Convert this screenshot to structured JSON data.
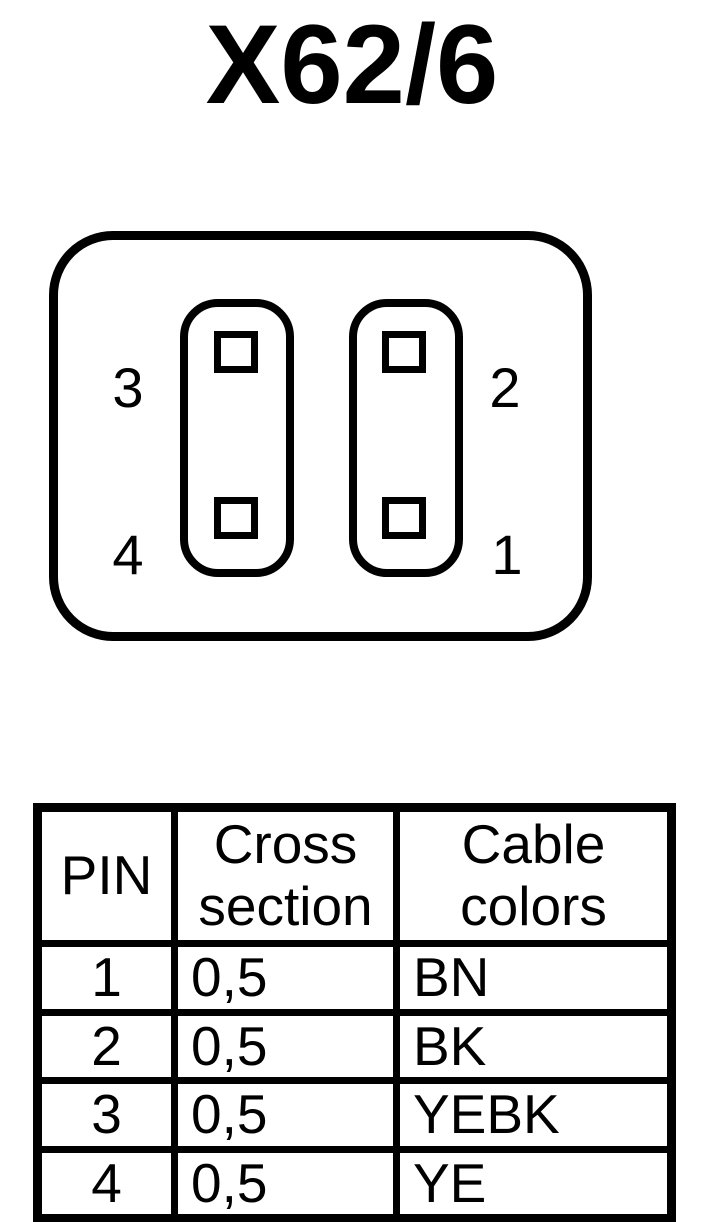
{
  "title": "X62/6",
  "colors": {
    "ink": "#000000",
    "background": "#ffffff"
  },
  "connector": {
    "pin_labels": {
      "top_left": "3",
      "bottom_left": "4",
      "top_right": "2",
      "bottom_right": "1"
    }
  },
  "table": {
    "headers": {
      "pin": "PIN",
      "cross_section": "Cross section",
      "cable_colors": "Cable colors"
    },
    "rows": [
      {
        "pin": "1",
        "cross_section": "0,5",
        "cable_color": "BN"
      },
      {
        "pin": "2",
        "cross_section": "0,5",
        "cable_color": "BK"
      },
      {
        "pin": "3",
        "cross_section": "0,5",
        "cable_color": "YEBK"
      },
      {
        "pin": "4",
        "cross_section": "0,5",
        "cable_color": "YE"
      }
    ]
  }
}
